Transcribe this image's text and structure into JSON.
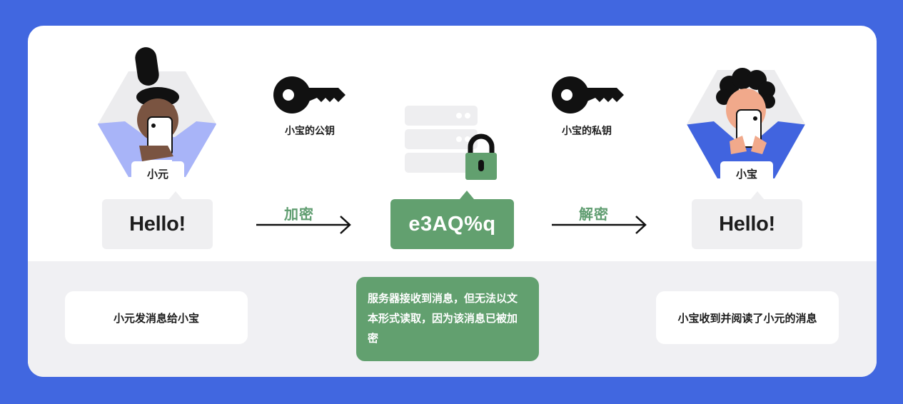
{
  "sender": {
    "name": "小元",
    "message": "Hello!",
    "caption": "小元发消息给小宝"
  },
  "receiver": {
    "name": "小宝",
    "message": "Hello!",
    "caption": "小宝收到并阅读了小元的消息"
  },
  "public_key": {
    "label": "小宝的公钥",
    "icon": "key-icon"
  },
  "private_key": {
    "label": "小宝的私钥",
    "icon": "key-icon"
  },
  "encrypt_step": {
    "label": "加密"
  },
  "decrypt_step": {
    "label": "解密"
  },
  "server": {
    "ciphertext": "e3AQ%q",
    "caption": "服务器接收到消息，但无法以文本形式读取，因为该消息已被加密",
    "icons": [
      "server-icon",
      "lock-icon"
    ]
  },
  "colors": {
    "background": "#4167e0",
    "accent_green": "#62a06f",
    "sender_shirt": "#a8b4f8",
    "receiver_shirt": "#4164df"
  }
}
